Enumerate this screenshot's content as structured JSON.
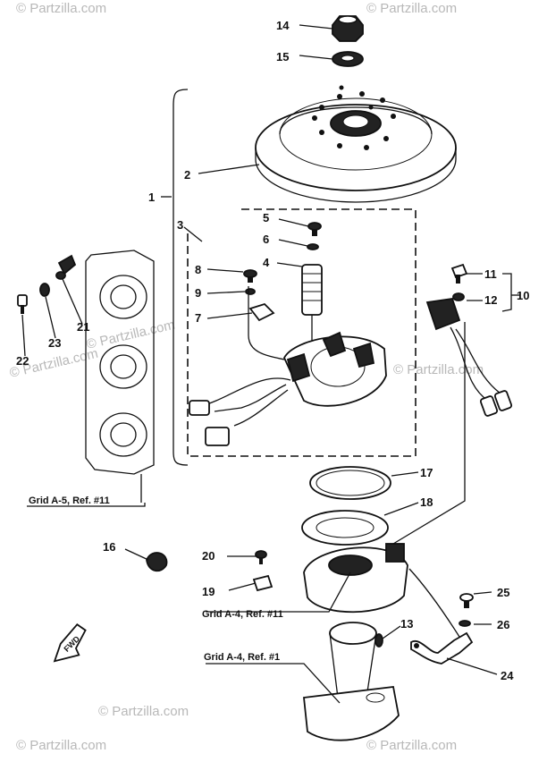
{
  "watermarks": [
    "© Partzilla.com",
    "© Partzilla.com",
    "© Partzilla.com",
    "© Partzilla.com",
    "© Partzilla.com",
    "© Partzilla.com",
    "© Partzilla.com",
    "© Partzilla.com"
  ],
  "callouts": [
    "1",
    "2",
    "3",
    "4",
    "5",
    "6",
    "7",
    "8",
    "9",
    "10",
    "11",
    "12",
    "13",
    "14",
    "15",
    "16",
    "17",
    "18",
    "19",
    "20",
    "21",
    "22",
    "23",
    "24",
    "25",
    "26"
  ],
  "references": {
    "grid_a5": "Grid A-5, Ref. #11",
    "grid_a4_11": "Grid A-4, Ref. #11",
    "grid_a4_1": "Grid A-4, Ref. #1"
  },
  "fwd_label": "FWD"
}
